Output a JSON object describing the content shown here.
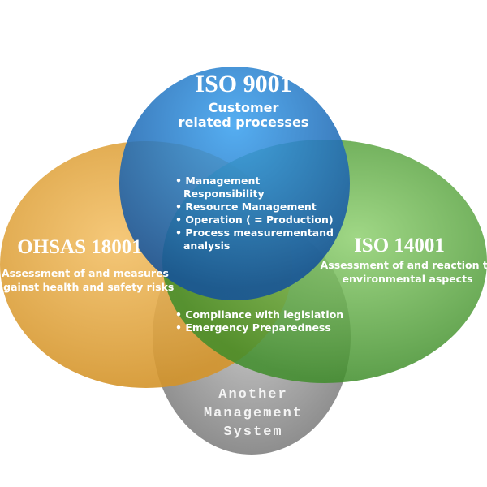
{
  "iso9001": {
    "title": "ISO 9001",
    "subtitle_1": "Customer",
    "subtitle_2": "related processes",
    "color": "#1f7fd6"
  },
  "bullets_top": [
    "• Management",
    "Responsibility",
    "• Resource Management",
    "• Operation ( = Production)",
    "• Process measurementand",
    "analysis"
  ],
  "ohsas": {
    "title": "OHSAS 18001",
    "desc_1": "Assessment of and measures",
    "desc_2": "against health and safety risks",
    "color": "#e5a83a"
  },
  "iso14001": {
    "title": "ISO 14001",
    "desc_1": "Assessment of and reaction to",
    "desc_2": "environmental aspects",
    "color": "#5cae3e"
  },
  "bullets_bottom": [
    "• Compliance with legislation",
    "• Emergency Preparedness"
  ],
  "other": {
    "line_1": "Another",
    "line_2": "Management",
    "line_3": "System",
    "color": "#9a9a9a"
  }
}
